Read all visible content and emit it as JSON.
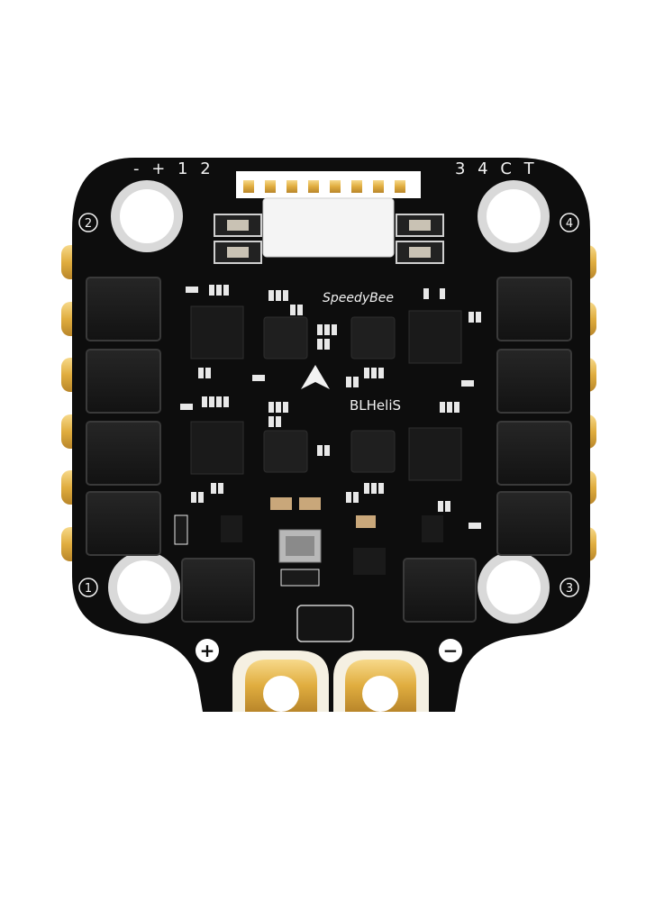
{
  "board": {
    "brand": "SpeedyBee",
    "firmware": "BLHeliS",
    "top_left_label": "- + 1 2",
    "top_right_label": "3 4 C T",
    "mount_labels": [
      "1",
      "2",
      "3",
      "4"
    ],
    "power_plus": "+",
    "power_minus": "−"
  },
  "colors": {
    "pcb": "#0d0d0d",
    "gold": "#e6b84a",
    "chip": "#1c1c1c",
    "silk": "#f2f2f2"
  }
}
